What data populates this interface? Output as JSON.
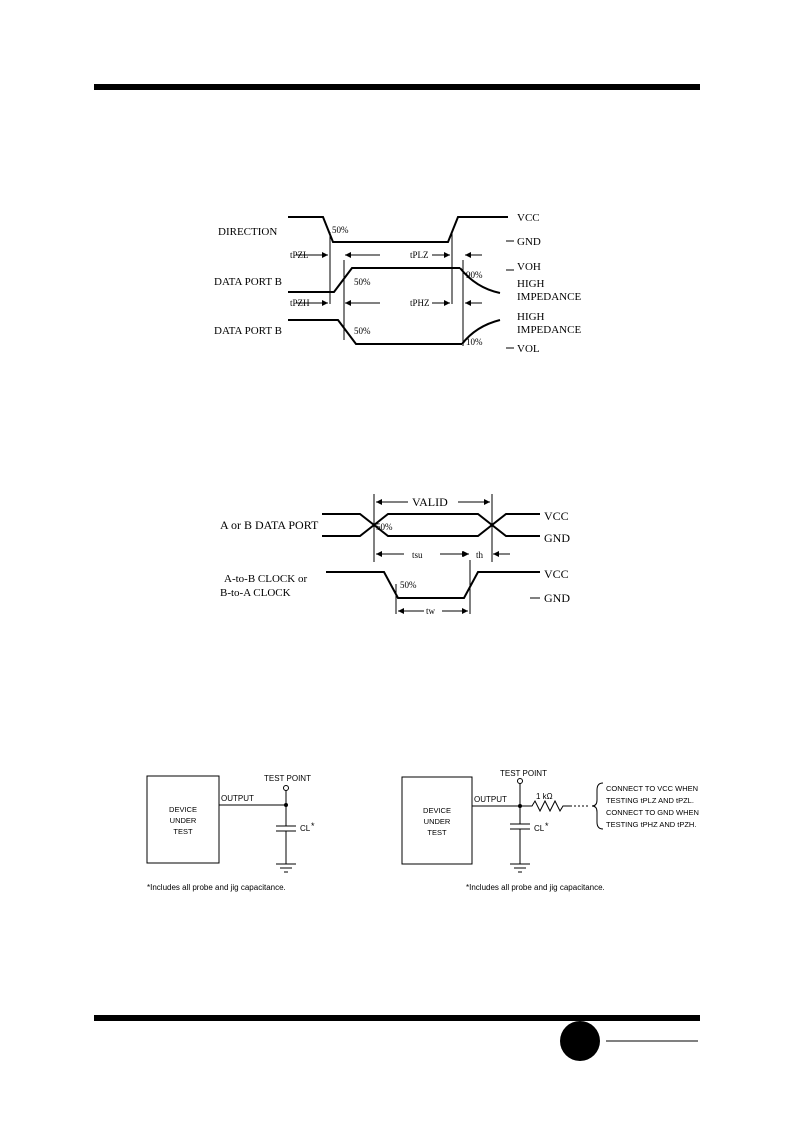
{
  "diagram1": {
    "labels": {
      "direction": "DIRECTION",
      "data_port_b_1": "DATA PORT B",
      "data_port_b_2": "DATA PORT B",
      "vcc": "VCC",
      "gnd": "GND",
      "voh": "VOH",
      "vol": "VOL",
      "high_imp_1a": "HIGH",
      "high_imp_1b": "IMPEDANCE",
      "high_imp_2a": "HIGH",
      "high_imp_2b": "IMPEDANCE",
      "tpzl": "tPZL",
      "tplz": "tPLZ",
      "tpzh": "tPZH",
      "tphz": "tPHZ",
      "p50a": "50%",
      "p50b": "50%",
      "p50c": "50%",
      "p90": "90%",
      "p10": "10%"
    }
  },
  "diagram2": {
    "labels": {
      "valid": "VALID",
      "data_port": "A or B DATA PORT",
      "clock_1": "A-to-B CLOCK or",
      "clock_2": "B-to-A CLOCK",
      "vcc1": "VCC",
      "gnd1": "GND",
      "vcc2": "VCC",
      "gnd2": "GND",
      "p50a": "50%",
      "p50b": "50%",
      "tsu": "tsu",
      "th": "th",
      "tw": "tw"
    }
  },
  "circuit1": {
    "device": [
      "DEVICE",
      "UNDER",
      "TEST"
    ],
    "output": "OUTPUT",
    "test_point": "TEST POINT",
    "cl": "CL",
    "asterisk": "*",
    "footnote": "*Includes all probe and jig capacitance."
  },
  "circuit2": {
    "device": [
      "DEVICE",
      "UNDER",
      "TEST"
    ],
    "output": "OUTPUT",
    "test_point": "TEST POINT",
    "resistor": "1 kΩ",
    "cl": "CL",
    "asterisk": "*",
    "notes": [
      "CONNECT TO VCC WHEN",
      "TESTING tPLZ AND tPZL.",
      "CONNECT TO GND WHEN",
      "TESTING tPHZ AND tPZH."
    ],
    "footnote": "*Includes all probe and jig capacitance."
  },
  "footer": {
    "badge_color": "#000000"
  }
}
